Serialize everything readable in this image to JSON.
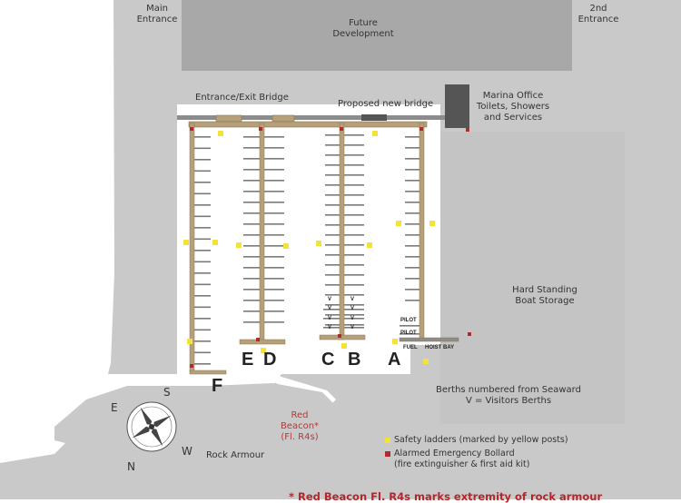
{
  "labels": {
    "main_entrance": [
      "Main",
      "Entrance"
    ],
    "second_entrance": [
      "2nd",
      "Entrance"
    ],
    "future_development": [
      "Future",
      "Development"
    ],
    "entrance_exit_bridge": "Entrance/Exit Bridge",
    "proposed_bridge": "Proposed new bridge",
    "marina_office": [
      "Marina Office",
      "Toilets, Showers",
      "and Services"
    ],
    "hard_standing": [
      "Hard Standing",
      "Boat Storage"
    ],
    "berths_note": [
      "Berths numbered from Seaward",
      "V = Visitors Berths"
    ],
    "red_beacon": [
      "Red Beacon*",
      "(Fl. R4s)"
    ],
    "rock_armour": "Rock Armour",
    "pilot_1": "PILOT",
    "pilot_2": "PILOT",
    "fuel": "FUEL",
    "hoist_bay": "HOIST BAY",
    "visitor_marker": "V"
  },
  "piers": {
    "a": "A",
    "b": "B",
    "c": "C",
    "d": "D",
    "e": "E",
    "f": "F"
  },
  "compass": {
    "n": "N",
    "s": "S",
    "e": "E",
    "w": "W"
  },
  "legend": {
    "ladders": "Safety ladders (marked by yellow posts)",
    "bollard_line1": "Alarmed Emergency Bollard",
    "bollard_line2": "(fire extinguisher & first aid kit)"
  },
  "footnote": "* Red Beacon Fl. R4s marks extremity of rock armour",
  "colors": {
    "land": "#c9c9c9",
    "development": "#a8a8a8",
    "water": "#ffffff",
    "pontoon": "#b5a07a",
    "pontoon_edge": "#8a7650",
    "bridge": "#8c8c8c",
    "building": "#555555",
    "ladder": "#f2e23a",
    "bollard": "#b02c2c"
  }
}
